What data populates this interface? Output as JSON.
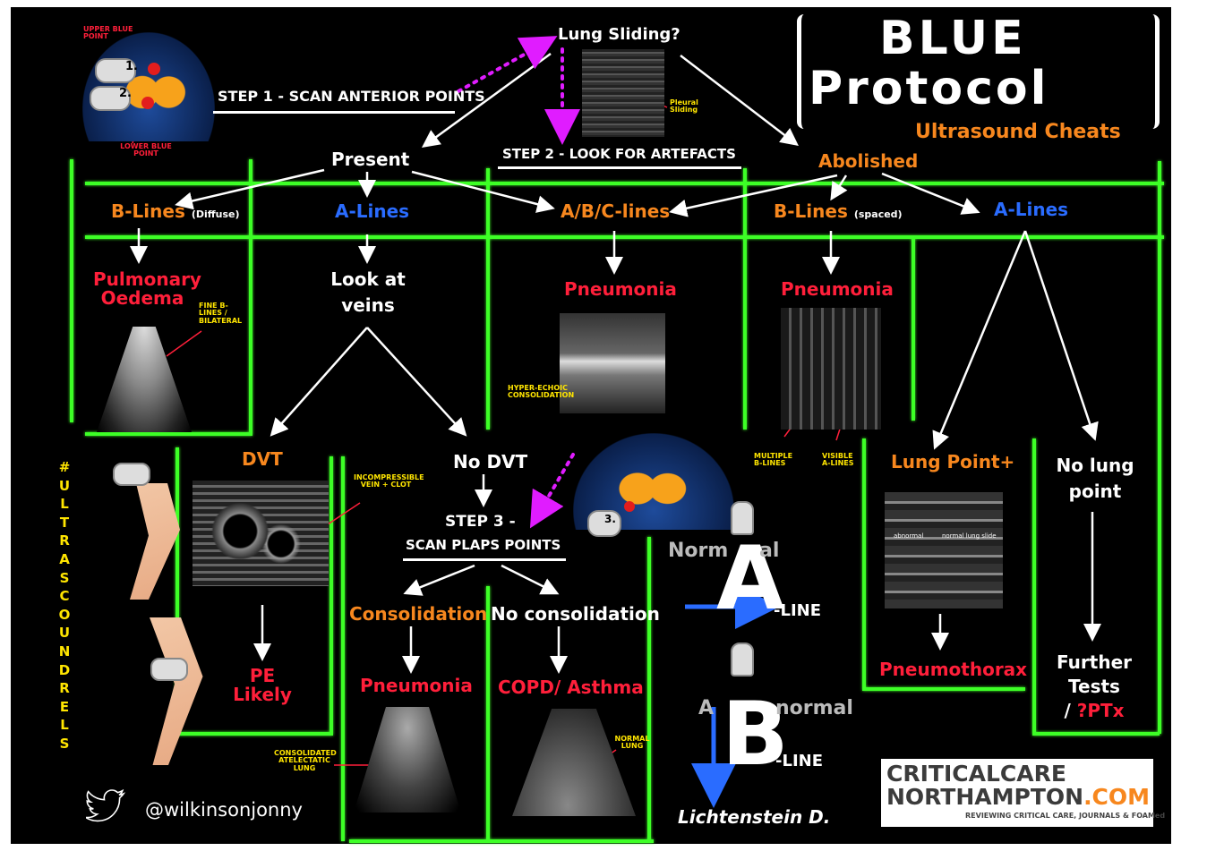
{
  "title": {
    "line1": "BLUE",
    "line2": "Protocol",
    "subtitle": "Ultrasound Cheats"
  },
  "steps": {
    "step1": "STEP 1 - SCAN ANTERIOR POINTS",
    "step2": "STEP 2 - LOOK FOR ARTEFACTS",
    "step3_line1": "STEP 3 -",
    "step3_line2": "SCAN PLAPS POINTS"
  },
  "anatomy": {
    "upper_point": "UPPER BLUE POINT",
    "lower_point": "LOWER BLUE POINT",
    "probe1": "1.",
    "probe2": "2.",
    "probe3": "3."
  },
  "nodes": {
    "lung_sliding": "Lung Sliding?",
    "pleural_sliding": "Pleural Sliding",
    "present": "Present",
    "abolished": "Abolished",
    "b_lines_diffuse": "B-Lines",
    "b_lines_diffuse_note": "(Diffuse)",
    "a_lines_left": "A-Lines",
    "abc_lines": "A/B/C-lines",
    "b_lines_spaced": "B-Lines",
    "b_lines_spaced_note": "(spaced)",
    "a_lines_right": "A-Lines",
    "pulmonary_oedema_1": "Pulmonary",
    "pulmonary_oedema_2": "Oedema",
    "fine_b_lines": "FINE B-LINES / BILATERAL",
    "look_at_veins_1": "Look at",
    "look_at_veins_2": "veins",
    "pneumonia_mid": "Pneumonia",
    "hyper_echoic": "HYPER-ECHOIC CONSOLIDATION",
    "pneumonia_right": "Pneumonia",
    "multiple_b_lines": "MULTIPLE B-LINES",
    "visible_a_lines": "VISIBLE A-LINES",
    "dvt": "DVT",
    "incompressible": "INCOMPRESSIBLE VEIN + CLOT",
    "no_dvt": "No DVT",
    "pe_likely_1": "PE",
    "pe_likely_2": "Likely",
    "consolidation": "Consolidation",
    "no_consolidation": "No consolidation",
    "pneumonia_bottom": "Pneumonia",
    "copd_asthma": "COPD/ Asthma",
    "consolidated_atelectatic": "CONSOLIDATED ATELECTATIC LUNG",
    "normal_lung": "NORMAL LUNG",
    "lung_point": "Lung Point+",
    "pneumothorax": "Pneumothorax",
    "no_lung_point_1": "No lung",
    "no_lung_point_2": "point",
    "further_tests_1": "Further",
    "further_tests_2": "Tests",
    "further_tests_3": "/ ",
    "further_tests_ptx": "?PTx"
  },
  "lung_point_labels": {
    "left": "abnormal",
    "right": "normal lung slide"
  },
  "legend": {
    "normal_prefix": "Norm",
    "normal_suffix": "al",
    "big_a": "A",
    "a_line": "-LINE",
    "abnormal_prefix": "A",
    "abnormal_suffix": "normal",
    "big_b": "B",
    "b_line": "-LINE"
  },
  "hashtag": "#ULTRASCOUNDRELS",
  "author": "Lichtenstein D.",
  "twitter": "@wilkinsonjonny",
  "brand": {
    "line1": "CRITICALCARE",
    "line2a": "NORTHAMPTON",
    "line2b": ".COM",
    "tagline": "REVIEWING CRITICAL CARE, JOURNALS & FOAMed"
  },
  "colors": {
    "background": "#000000",
    "grid": "#3dff28",
    "orange": "#f7871e",
    "blue": "#2a6cff",
    "red": "#ff1f3a",
    "yellow": "#ffe500",
    "magenta": "#e01cff"
  }
}
